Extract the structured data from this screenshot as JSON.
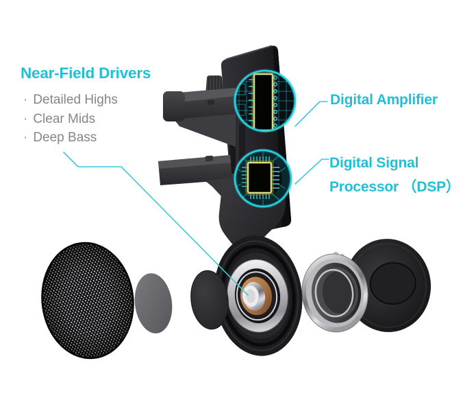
{
  "colors": {
    "accent_text": "#21bed6",
    "accent_line": "#3cc9da",
    "circle_stroke": "#29d2e2",
    "chip_outline": "#d9da7d",
    "body_gray_text": "#85858a"
  },
  "annotations": {
    "left": {
      "title": "Near-Field Drivers",
      "bullet_char": "·",
      "bullets": [
        "Detailed Highs",
        "Clear Mids",
        "Deep Bass"
      ]
    },
    "right": {
      "amplifier": "Digital Amplifier",
      "dsp_line1": "Digital Signal",
      "dsp_line2": "Processor （DSP）"
    }
  },
  "illustration": {
    "subject": "car-phone-mount-speaker-exploded-view",
    "highlights": [
      "amplifier-chip",
      "dsp-chip"
    ],
    "exploded_parts": [
      "speaker-grille",
      "foam-gasket",
      "dust-cap",
      "speaker-driver",
      "voice-coil-ring",
      "magnet-back-cover"
    ]
  }
}
